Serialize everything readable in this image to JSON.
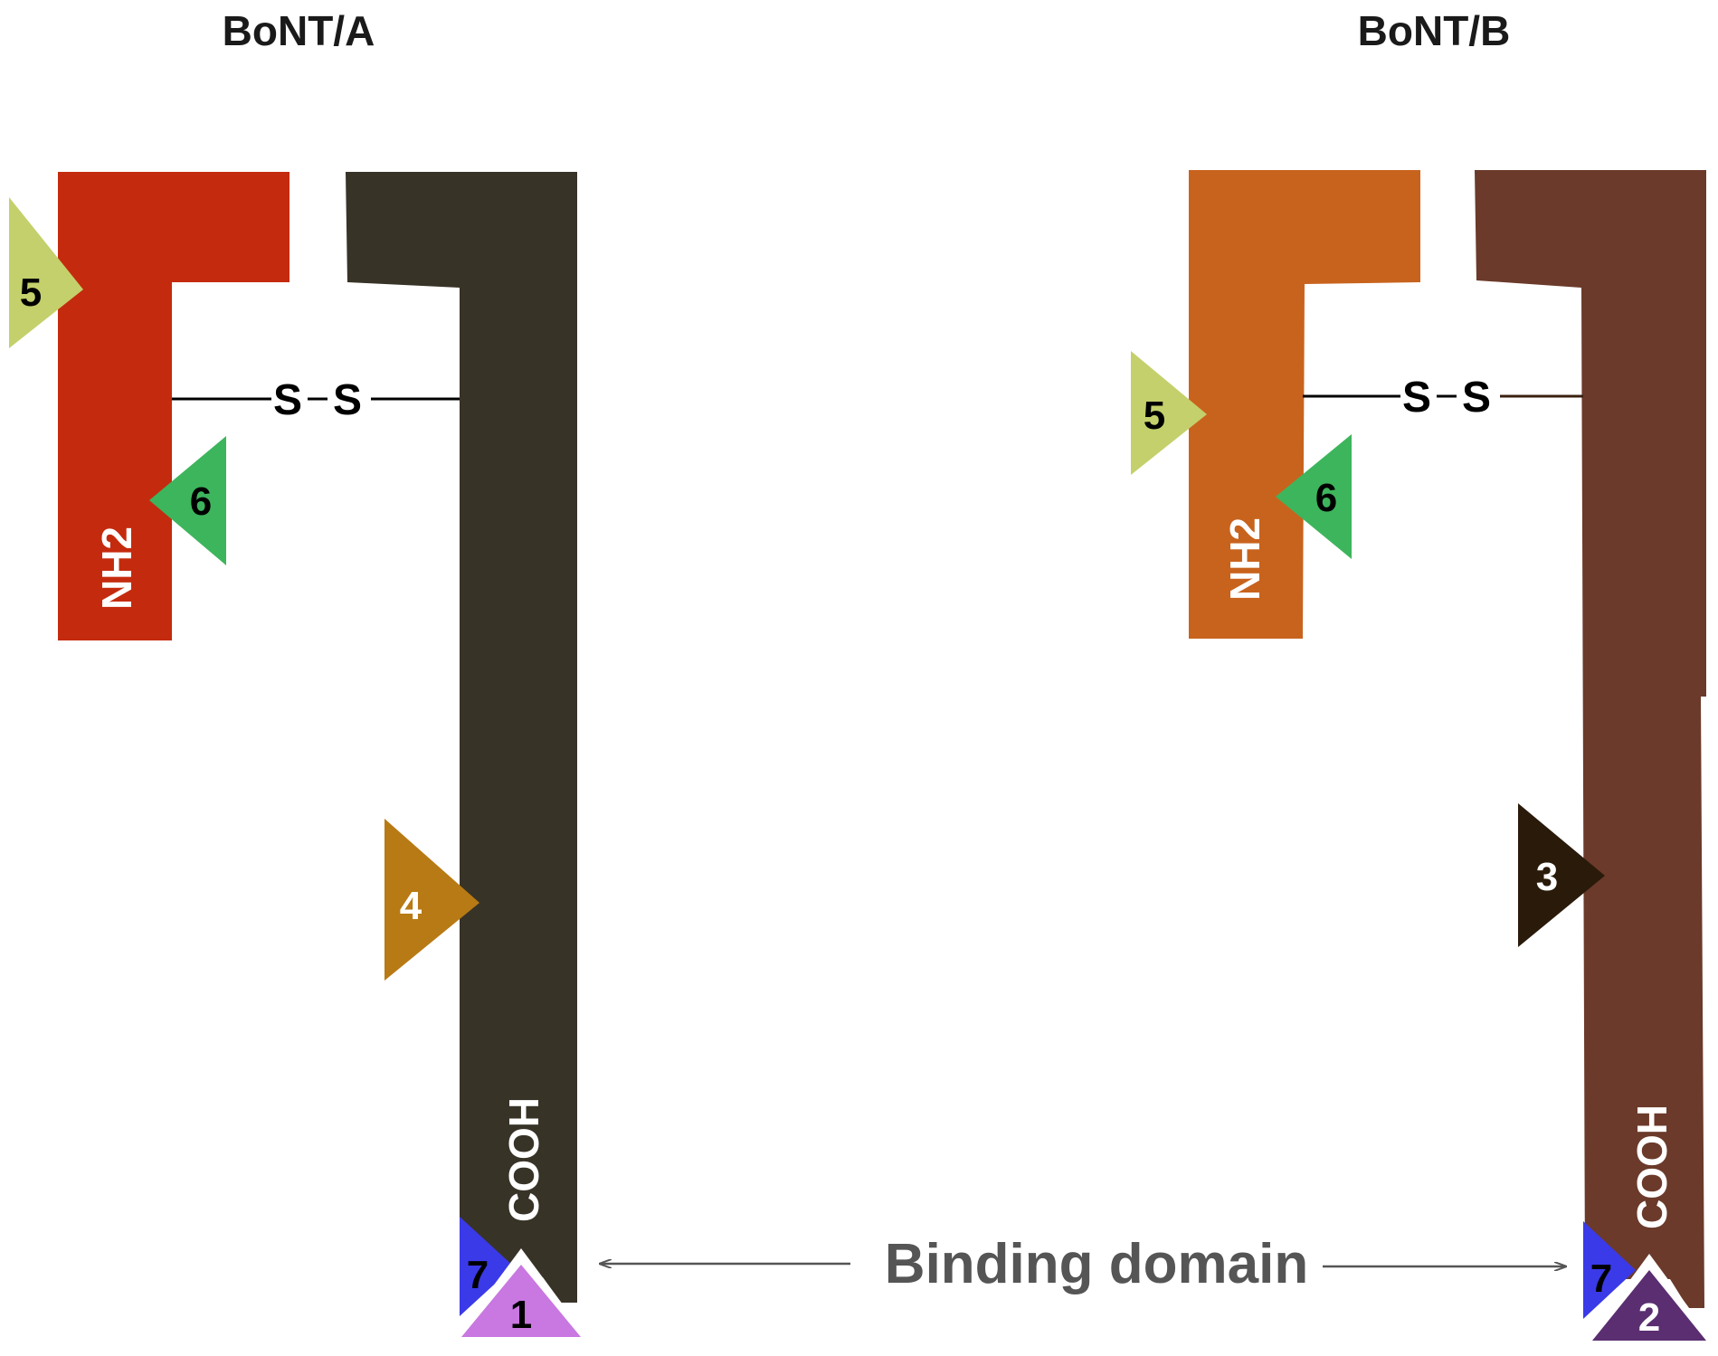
{
  "titles": {
    "left": "BoNT/A",
    "right": "BoNT/B"
  },
  "chain_labels": {
    "nh2": "NH2",
    "cooh": "COOH"
  },
  "disulfide": {
    "s1": "S",
    "s2": "S"
  },
  "binding_label": "Binding domain",
  "markers": {
    "a_5": "5",
    "a_6": "6",
    "a_4": "4",
    "a_7": "7",
    "a_1": "1",
    "b_5": "5",
    "b_6": "6",
    "b_3": "3",
    "b_7": "7",
    "b_2": "2"
  },
  "colors": {
    "bont_a_light_chain": "#c42b0e",
    "bont_a_heavy_chain": "#383327",
    "bont_b_light_chain": "#c8631d",
    "bont_b_heavy_chain": "#6b3a2a",
    "marker_5": "#c4d06b",
    "marker_6": "#3db55c",
    "marker_4": "#b87a14",
    "marker_3": "#2a1a0a",
    "marker_7": "#3a3ae8",
    "marker_1": "#c878e0",
    "marker_2": "#5a2e70"
  }
}
